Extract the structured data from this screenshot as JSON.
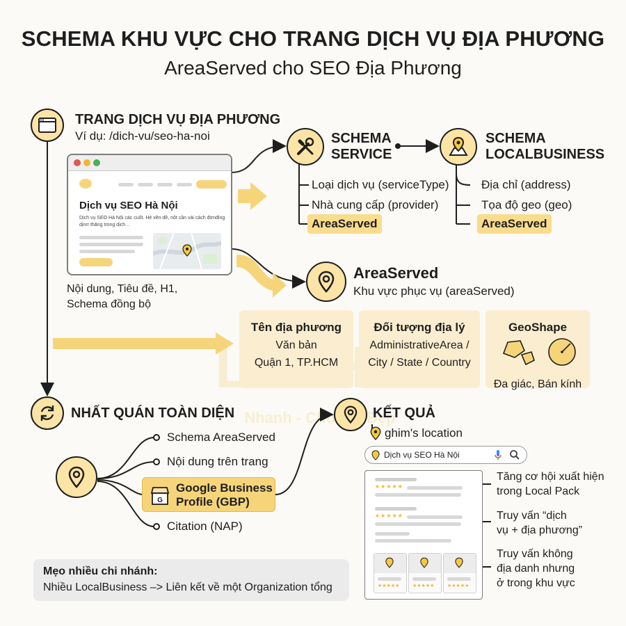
{
  "title": "SCHEMA KHU VỰC CHO TRANG DỊCH VỤ ĐỊA PHƯƠNG",
  "subtitle": "AreaServed cho SEO Địa Phương",
  "local_page": {
    "heading": "TRANG DỊCH VỤ ĐỊA PHƯƠNG",
    "example": "Ví dụ: /dich-vu/seo-ha-noi",
    "mock_title": "Dịch vụ SEO Hà Nội",
    "mock_desc": "Dịch vụ SEO Hà Nội các cuốt. Hè xên dề, nôt cần vài cách đơnđing dịnrr thăng trong dịch ..",
    "caption_1": "Nội dung, Tiêu đề, H1,",
    "caption_2": "Schema đồng bộ"
  },
  "schema_service": {
    "heading_1": "SCHEMA",
    "heading_2": "SERVICE",
    "items": [
      "Loại dịch vụ (serviceType)",
      "Nhà cung cấp (provider)"
    ],
    "highlight": "AreaServed"
  },
  "schema_localbusiness": {
    "heading_1": "SCHEMA",
    "heading_2": "LOCALBUSINESS",
    "items": [
      "Địa chỉ (address)",
      "Tọa độ geo (geo)"
    ],
    "highlight": "AreaServed"
  },
  "area_served": {
    "heading": "AreaServed",
    "sub": "Khu vực phục vụ (areaServed)"
  },
  "cards": {
    "place_name": {
      "title": "Tên địa phương",
      "line1": "Văn bản",
      "line2": "Quận 1, TP.HCM"
    },
    "geo_object": {
      "title": "Đối tượng địa lý",
      "line1": "AdministrativeArea /",
      "line2": "City / State / Country"
    },
    "geoshape": {
      "title": "GeoShape",
      "caption": "Đa giác, Bán kính"
    }
  },
  "consistency": {
    "heading": "NHẤT QUÁN TOÀN DIỆN",
    "items": [
      "Schema AreaServed",
      "Nội dung trên trang",
      "Citation (NAP)"
    ],
    "gbp_1": "Google Business",
    "gbp_2": "Profile (GBP)"
  },
  "result": {
    "heading": "KẾT QUẢ",
    "pin_label": "ghim's location",
    "search_query": "Dịch vụ SEO Hà Nội",
    "stars": "★★★★★",
    "notes": [
      {
        "l1": "Tăng cơ hội xuất hiện",
        "l2": "trong Local Pack"
      },
      {
        "l1": "Truy vấn “dịch",
        "l2": "vụ + địa phương”"
      },
      {
        "l1": "Truy vấn không",
        "l2": "địa danh nhưng",
        "l3": "ở trong khu vực"
      }
    ]
  },
  "tip": {
    "title": "Mẹo nhiều chi nhánh:",
    "text": "Nhiều LocalBusiness –> Liên kết về một Organization tổng"
  },
  "watermark": "LIGHT",
  "watermark_sub": "Nhanh - Chuẩn - Đẹp",
  "colors": {
    "accent": "#f6d57a",
    "card": "#fbeed0",
    "circle": "#fbe4a6",
    "text": "#1e1e1e"
  }
}
